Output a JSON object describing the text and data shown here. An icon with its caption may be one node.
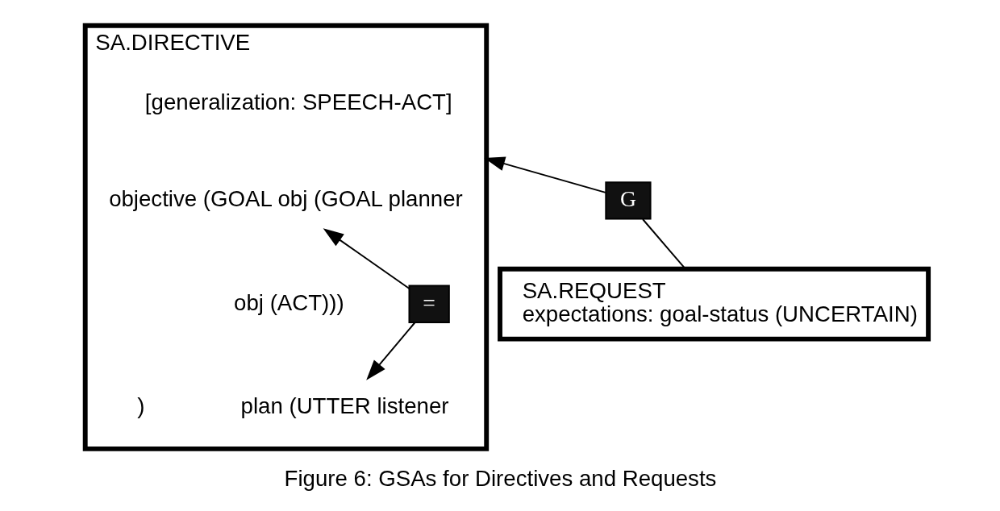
{
  "diagram": {
    "caption": "Figure 6: GSAs for Directives and Requests",
    "nodes": [
      {
        "text": [
          "SA.DIRECTIVE"
        ]
      },
      {
        "text": [
          "[generalization: SPEECH-ACT]"
        ],
        "in": 0
      },
      {
        "text": [
          "objective (GOAL obj (GOAL planner"
        ],
        "in": 0
      },
      {
        "text": [
          "obj (ACT)))"
        ],
        "in": 0
      },
      {
        "text": [
          "plan (UTTER listener"
        ],
        "in": 0
      },
      {
        "text": [
          ")"
        ],
        "in": 0
      },
      {
        "text": [
          "="
        ],
        "in": 0
      },
      {
        "text": [
          "G"
        ]
      },
      {
        "text": [
          "SA.REQUEST",
          "expectations: goal-status (UNCERTAIN)"
        ]
      }
    ],
    "edges": [
      {
        "from": 6,
        "to": 2,
        "arrow": "to"
      },
      {
        "from": 6,
        "to": 4,
        "arrow": "to"
      },
      {
        "from": 8,
        "to": 7,
        "arrow": "none"
      },
      {
        "from": 7,
        "to": 0,
        "arrow": "to"
      }
    ]
  }
}
